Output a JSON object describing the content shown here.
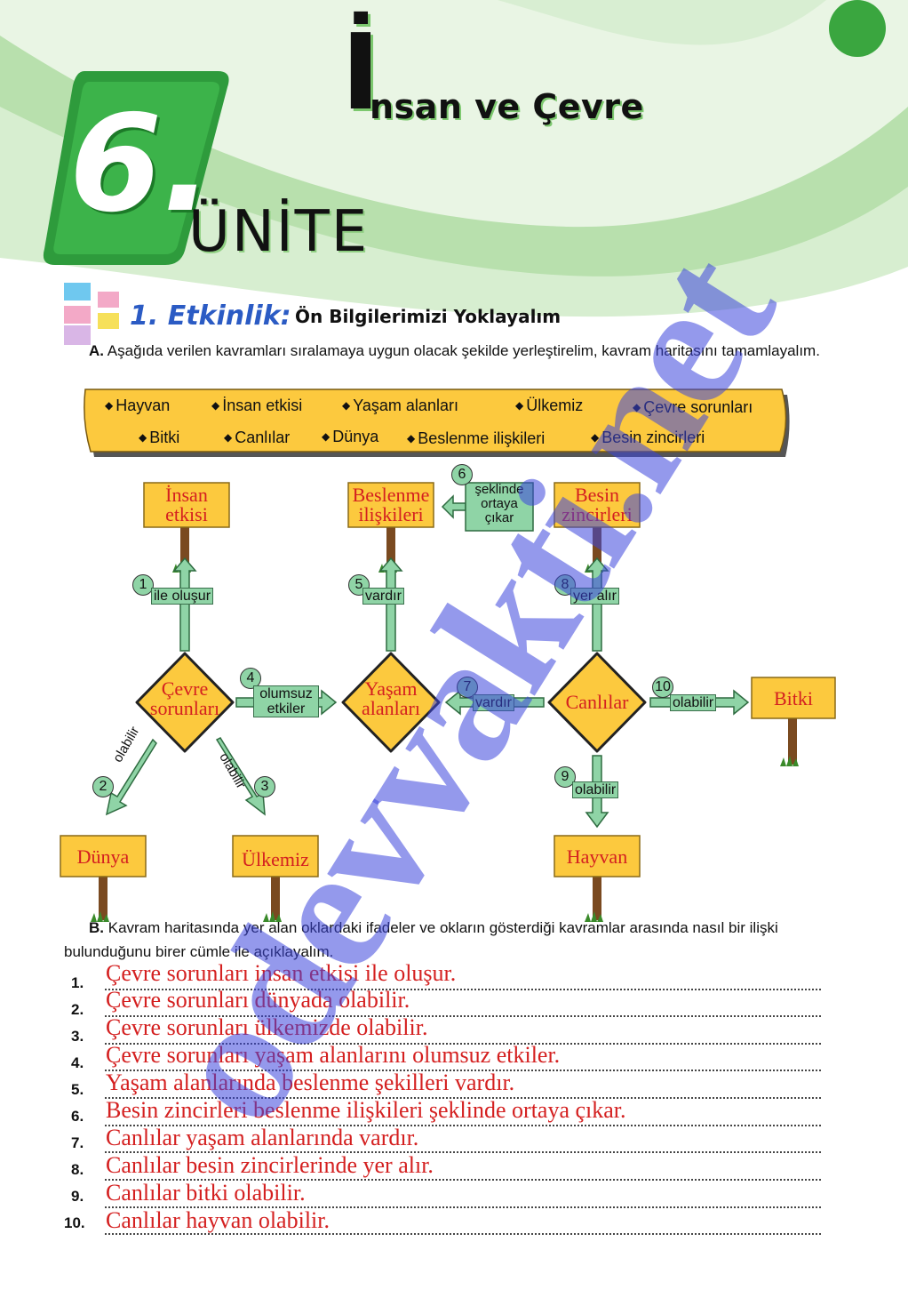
{
  "header": {
    "title_initial": "İ",
    "title_rest": "nsan ve Çevre",
    "unit_number": "6.",
    "unit_word": "ÜNİTE"
  },
  "activity": {
    "title": "1. Etkinlik:",
    "subtitle": "Ön Bilgilerimizi Yoklayalım",
    "part_a_label": "A.",
    "part_a_text": "Aşağıda verilen kavramları sıralamaya uygun olacak şekilde yerleştirelim, kavram haritasını tamamlayalım.",
    "part_b_label": "B.",
    "part_b_text": "Kavram haritasında yer alan oklardaki ifadeler ve okların gösterdiği kavramlar arasında nasıl bir ilişki bulunduğunu birer cümle ile açıklayalım."
  },
  "word_bank": [
    "Hayvan",
    "İnsan etkisi",
    "Yaşam alanları",
    "Ülkemiz",
    "Çevre sorunları",
    "Bitki",
    "Canlılar",
    "Dünya",
    "Beslenme ilişkileri",
    "Besin zincirleri"
  ],
  "concept_map": {
    "signs": {
      "insan_etkisi": "İnsan etkisi",
      "beslenme": "Beslenme ilişkileri",
      "besin": "Besin zincirleri",
      "cevre": "Çevre sorunları",
      "yasam": "Yaşam alanları",
      "canlilar": "Canlılar",
      "bitki": "Bitki",
      "dunya": "Dünya",
      "ulkemiz": "Ülkemiz",
      "hayvan": "Hayvan"
    },
    "arrows": [
      {
        "num": "1",
        "label": "ile oluşur"
      },
      {
        "num": "2",
        "label": "olabilir"
      },
      {
        "num": "3",
        "label": "olabilir"
      },
      {
        "num": "4",
        "label": "olumsuz etkiler"
      },
      {
        "num": "5",
        "label": "vardır"
      },
      {
        "num": "6",
        "label": "şeklinde ortaya çıkar"
      },
      {
        "num": "7",
        "label": "vardır"
      },
      {
        "num": "8",
        "label": "yer alır"
      },
      {
        "num": "9",
        "label": "olabilir"
      },
      {
        "num": "10",
        "label": "olabilir"
      }
    ]
  },
  "answers": [
    {
      "num": "1.",
      "text": "Çevre sorunları insan etkisi ile oluşur."
    },
    {
      "num": "2.",
      "text": "Çevre sorunları dünyada olabilir."
    },
    {
      "num": "3.",
      "text": "Çevre sorunları ülkemizde olabilir."
    },
    {
      "num": "4.",
      "text": "Çevre sorunları yaşam alanlarını olumsuz etkiler."
    },
    {
      "num": "5.",
      "text": "Yaşam alanlarında beslenme şekilleri vardır."
    },
    {
      "num": "6.",
      "text": "Besin zincirleri beslenme ilişkileri şeklinde ortaya çıkar."
    },
    {
      "num": "7.",
      "text": "Canlılar yaşam alanlarında vardır."
    },
    {
      "num": "8.",
      "text": "Canlılar besin zincirlerinde yer alır."
    },
    {
      "num": "9.",
      "text": "Canlılar bitki olabilir."
    },
    {
      "num": "10.",
      "text": "Canlılar hayvan olabilir."
    }
  ],
  "watermark": "odevvakti.net",
  "colors": {
    "green_dark": "#3aa63f",
    "green_light": "#a6d89a",
    "sign_yellow": "#fcc93e",
    "answer_red": "#d42020",
    "label_green": "#8fd4a6",
    "etkinlik_blue": "#2b5bc4"
  }
}
